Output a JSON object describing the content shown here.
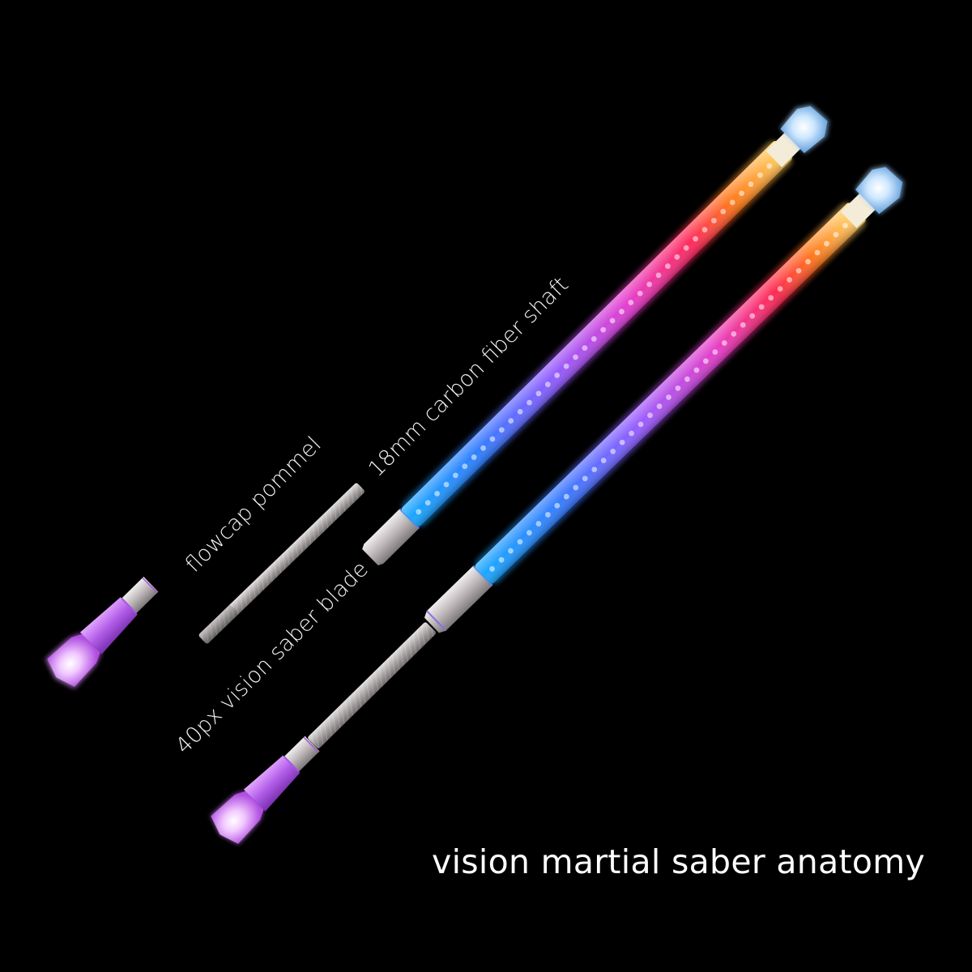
{
  "title": "vision martial saber anatomy",
  "background_color": "#000000",
  "labels": {
    "pommel": "flowcap pommel",
    "shaft": "18mm carbon fiber shaft",
    "blade": "40px vision saber blade"
  },
  "components": [
    {
      "name": "flowcap pommel",
      "glow_color": "#c56cf0"
    },
    {
      "name": "18mm carbon fiber shaft",
      "color": "#bdb8b8"
    },
    {
      "name": "40px vision saber blade",
      "gradient": [
        "#1e90ff",
        "#8a6bff",
        "#e040c8",
        "#ff2a55",
        "#ff8a1a",
        "#ffd24a"
      ],
      "tip_color": "#bfe3ff"
    }
  ],
  "sabers": [
    {
      "name": "upper-blade",
      "assembled": false
    },
    {
      "name": "lower-full-saber",
      "assembled": true
    }
  ]
}
